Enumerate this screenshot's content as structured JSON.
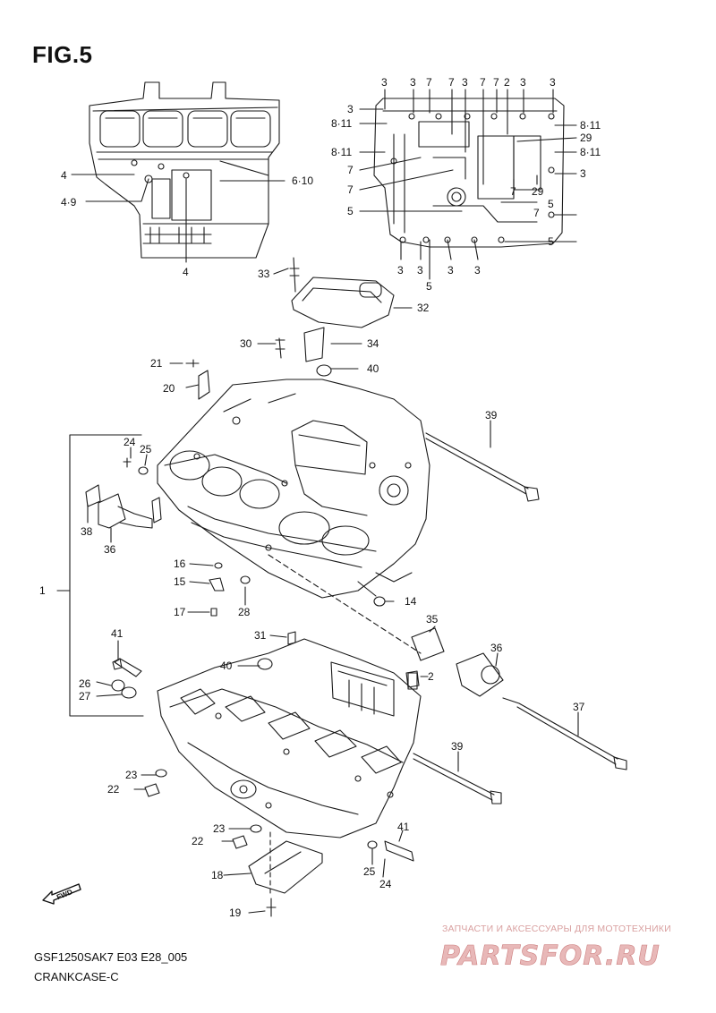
{
  "figure": {
    "title": "FIG.5",
    "model_code": "GSF1250SAK7 E03 E28_005",
    "section_name": "CRANKCASE-C"
  },
  "watermark": {
    "subtitle": "ЗАПЧАСТИ И АКСЕССУАРЫ ДЛЯ МОТОТЕХНИКИ",
    "logo": "PARTSFOR.RU",
    "color": "#d9a0a0"
  },
  "direction_marker": {
    "label": "FWD",
    "icon": "fwd-arrow-icon"
  },
  "callouts": {
    "top_left": [
      "4",
      "4·9",
      "6·10",
      "4"
    ],
    "top_right": [
      "3",
      "3",
      "7",
      "7",
      "3",
      "7",
      "7",
      "2",
      "3",
      "3",
      "3",
      "8·11",
      "8·11",
      "29",
      "8·11",
      "8·11",
      "7",
      "3",
      "7",
      "7",
      "29",
      "5",
      "7",
      "5",
      "5",
      "3",
      "3",
      "5",
      "3",
      "3"
    ],
    "main": [
      "33",
      "32",
      "30",
      "34",
      "21",
      "40",
      "20",
      "39",
      "24",
      "25",
      "38",
      "36",
      "16",
      "15",
      "17",
      "28",
      "1",
      "14",
      "35",
      "41",
      "31",
      "40",
      "2",
      "26",
      "27",
      "36",
      "37",
      "39",
      "23",
      "22",
      "23",
      "22",
      "41",
      "18",
      "25",
      "24",
      "19"
    ]
  },
  "colors": {
    "line": "#1a1a1a",
    "background": "#ffffff"
  }
}
